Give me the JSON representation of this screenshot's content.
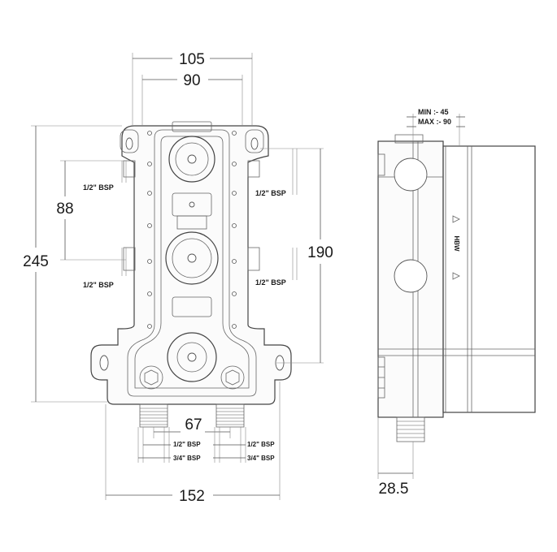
{
  "front_view": {
    "dim_top_outer": "105",
    "dim_top_inner": "90",
    "dim_height": "245",
    "dim_left_spacing": "88",
    "dim_right_spacing": "190",
    "dim_bottom_spacing": "67",
    "dim_width": "152",
    "label_left_upper": "1/2\" BSP",
    "label_left_lower": "1/2\" BSP",
    "label_right_upper": "1/2\" BSP",
    "label_right_lower": "1/2\" BSP",
    "label_bottom_left_half": "1/2\" BSP",
    "label_bottom_left_three_quarter": "3/4\" BSP",
    "label_bottom_right_half": "1/2\" BSP",
    "label_bottom_right_three_quarter": "3/4\" BSP"
  },
  "side_view": {
    "depth_min": "MIN :- 45",
    "depth_max": "MAX :- 90",
    "dim_outlet": "28.5",
    "body_marking": "HBW"
  }
}
